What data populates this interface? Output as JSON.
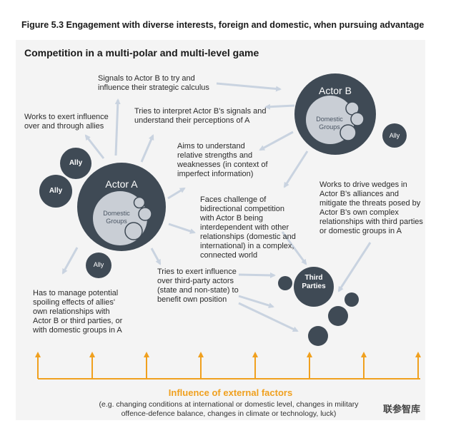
{
  "figure_title": "Figure 5.3 Engagement with diverse interests, foreign and domestic, when pursuing advantage",
  "panel_title": "Competition in a multi-polar and multi-level game",
  "nodes": {
    "actor_a": "Actor A",
    "actor_b": "Actor B",
    "domestic_groups_a": "Domestic\nGroups",
    "domestic_groups_b": "Domestic\nGroups",
    "ally_label": "Ally",
    "third_parties": "Third\nParties"
  },
  "labels": {
    "signals": "Signals to Actor B to try and\ninfluence their strategic calculus",
    "allies": "Works to exert influence\nover and through allies",
    "interpret": "Tries to interpret Actor B's signals and\nunderstand their perceptions of A",
    "aims": "Aims to understand\nrelative strengths and\nweaknesses (in context of\nimperfect information)",
    "wedges": "Works to drive wedges in\nActor B's alliances and\nmitigate the threats posed by\nActor B's own complex\nrelationships with third parties\nor domestic groups in A",
    "challenge": "Faces challenge of\nbidirectional competition\nwith Actor B being\ninterdependent with other\nrelationships (domestic and\ninternational) in a complex,\nconnected world",
    "third_party": "Tries to exert influence\nover third-party actors\n(state and non-state) to\nbenefit own position",
    "spoiling": "Has to manage potential\nspoiling effects of allies'\nown relationships with\nActor B or third parties, or\nwith domestic groups in A"
  },
  "external": {
    "title": "Influence of external factors",
    "subtitle": "(e.g. changing conditions at international or domestic level, changes in military offence-defence balance, changes in climate or technology, luck)"
  },
  "watermark": "联参智库",
  "colors": {
    "node": "#3f4a55",
    "group": "#c9ced5",
    "arrow": "#c9d3e0",
    "external": "#f0a01e"
  }
}
